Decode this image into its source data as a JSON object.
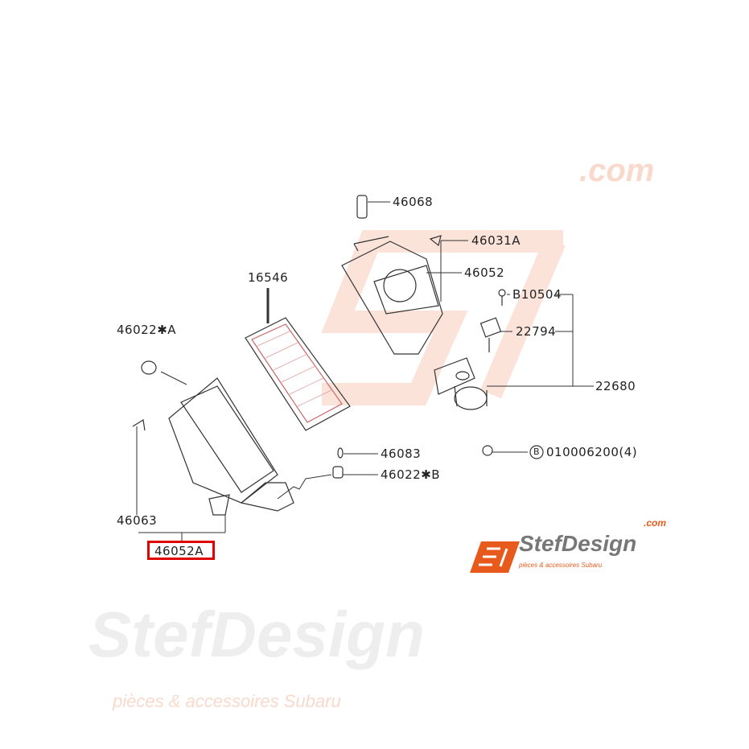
{
  "watermark": {
    "brand": "StefDesign",
    "domain": ".com",
    "tagline": "pièces & accessoires Subaru"
  },
  "labels": {
    "p46068": "46068",
    "p46031A": "46031A",
    "p46052": "46052",
    "pB10504": "B10504",
    "p22794": "22794",
    "p22680": "22680",
    "p16546": "16546",
    "p46022A": "46022✱A",
    "p46083": "46083",
    "p46022B": "46022✱B",
    "p010006200": "010006200(4)",
    "bolt_marker": "B",
    "p46063": "46063",
    "p46052A": "46052A"
  },
  "logo": {
    "mark": "SJ",
    "brand": "StefDesign",
    "domain": ".com",
    "tagline": "pièces & accessoires Subaru"
  },
  "colors": {
    "highlight": "#e00000",
    "brand_orange": "#e85a1c",
    "watermark_orange": "#f9d9cc",
    "watermark_grey": "#eeeeee",
    "line": "#333333"
  }
}
